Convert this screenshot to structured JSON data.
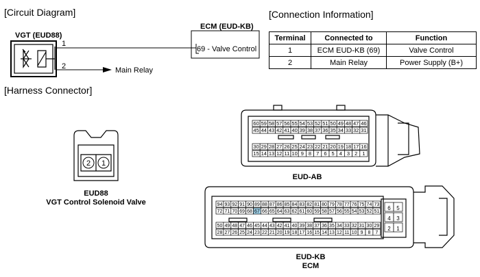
{
  "sections": {
    "circuit": "[Circuit Diagram]",
    "connection": "[Connection Information]",
    "harness": "[Harness Connector]"
  },
  "circuit": {
    "component": "VGT (EUD88)",
    "ecm_title": "ECM (EUD-KB)",
    "pin1": "1",
    "pin2": "2",
    "ecm_pin_label": "69 - Valve Control",
    "relay_label": "Main Relay"
  },
  "table": {
    "headers": [
      "Terminal",
      "Connected to",
      "Function"
    ],
    "rows": [
      [
        "1",
        "ECM EUD-KB (69)",
        "Valve Control"
      ],
      [
        "2",
        "Main Relay",
        "Power Supply (B+)"
      ]
    ]
  },
  "eud88": {
    "pins": [
      "2",
      "1"
    ],
    "label1": "EUD88",
    "label2": "VGT Control Solenoid Valve"
  },
  "eud_ab": {
    "label": "EUD-AB",
    "top_row1": [
      "60",
      "59",
      "58",
      "57",
      "56",
      "55",
      "54",
      "53",
      "52",
      "51",
      "50",
      "49",
      "48",
      "47",
      "46"
    ],
    "top_row2": [
      "45",
      "44",
      "43",
      "42",
      "41",
      "40",
      "39",
      "38",
      "37",
      "36",
      "35",
      "34",
      "33",
      "32",
      "31"
    ],
    "bottom_row1": [
      "30",
      "29",
      "28",
      "27",
      "26",
      "25",
      "24",
      "23",
      "22",
      "21",
      "20",
      "19",
      "18",
      "17",
      "16"
    ],
    "bottom_row2": [
      "15",
      "14",
      "13",
      "12",
      "11",
      "10",
      "9",
      "8",
      "7",
      "6",
      "5",
      "4",
      "3",
      "2",
      "1"
    ]
  },
  "eud_kb": {
    "label1": "EUD-KB",
    "label2": "ECM",
    "highlight": "67",
    "top_row1": [
      "94",
      "93",
      "92",
      "91",
      "90",
      "89",
      "88",
      "87",
      "86",
      "85",
      "84",
      "83",
      "82",
      "81",
      "80",
      "79",
      "78",
      "77",
      "76",
      "75",
      "74",
      "73"
    ],
    "top_row2": [
      "72",
      "71",
      "70",
      "69",
      "68",
      "67",
      "66",
      "65",
      "64",
      "63",
      "62",
      "61",
      "60",
      "59",
      "58",
      "57",
      "56",
      "55",
      "54",
      "53",
      "52",
      "51"
    ],
    "bottom_row1": [
      "50",
      "49",
      "48",
      "47",
      "46",
      "45",
      "44",
      "43",
      "42",
      "41",
      "40",
      "39",
      "38",
      "37",
      "36",
      "35",
      "34",
      "33",
      "32",
      "31",
      "30",
      "29"
    ],
    "bottom_row2": [
      "28",
      "27",
      "26",
      "25",
      "24",
      "23",
      "22",
      "21",
      "20",
      "19",
      "18",
      "17",
      "16",
      "15",
      "14",
      "13",
      "12",
      "11",
      "10",
      "9",
      "8",
      "7"
    ],
    "side": [
      [
        "6",
        "5"
      ],
      [
        "4",
        "3"
      ],
      [
        "2",
        "1"
      ]
    ]
  }
}
